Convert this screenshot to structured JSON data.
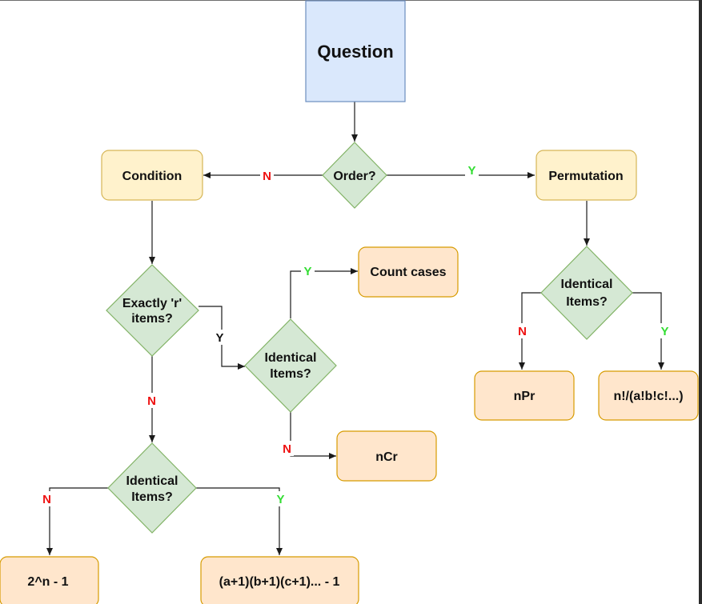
{
  "colors": {
    "question_fill": "#dae8fc",
    "question_stroke": "#6c8ebf",
    "yellow_fill": "#fff2cc",
    "yellow_stroke": "#d6b656",
    "orange_fill": "#ffe6cc",
    "orange_stroke": "#d79b00",
    "green_fill": "#d5e8d4",
    "green_stroke": "#82b366",
    "yes_label": "#33dd33",
    "no_label": "#ee1111",
    "plain_label": "#111111",
    "line": "#1a1a1a"
  },
  "nodes": {
    "question": "Question",
    "order": "Order?",
    "condition": "Condition",
    "permutation": "Permutation",
    "exactly_r": [
      "Exactly 'r'",
      "items?"
    ],
    "identical_mid": [
      "Identical",
      "Items?"
    ],
    "identical_right": [
      "Identical",
      "Items?"
    ],
    "identical_bottom": [
      "Identical",
      "Items?"
    ],
    "count_cases": "Count cases",
    "ncr": "nCr",
    "npr": "nPr",
    "multinomial": "n!/(a!b!c!...)",
    "power_minus_one": "2^n - 1",
    "product_minus_one": "(a+1)(b+1)(c+1)... - 1"
  },
  "edges": {
    "order_no": "N",
    "order_yes": "Y",
    "exactly_yes": "Y",
    "exactly_no": "N",
    "mid_yes": "Y",
    "mid_no": "N",
    "right_no": "N",
    "right_yes": "Y",
    "bottom_no": "N",
    "bottom_yes": "Y"
  }
}
